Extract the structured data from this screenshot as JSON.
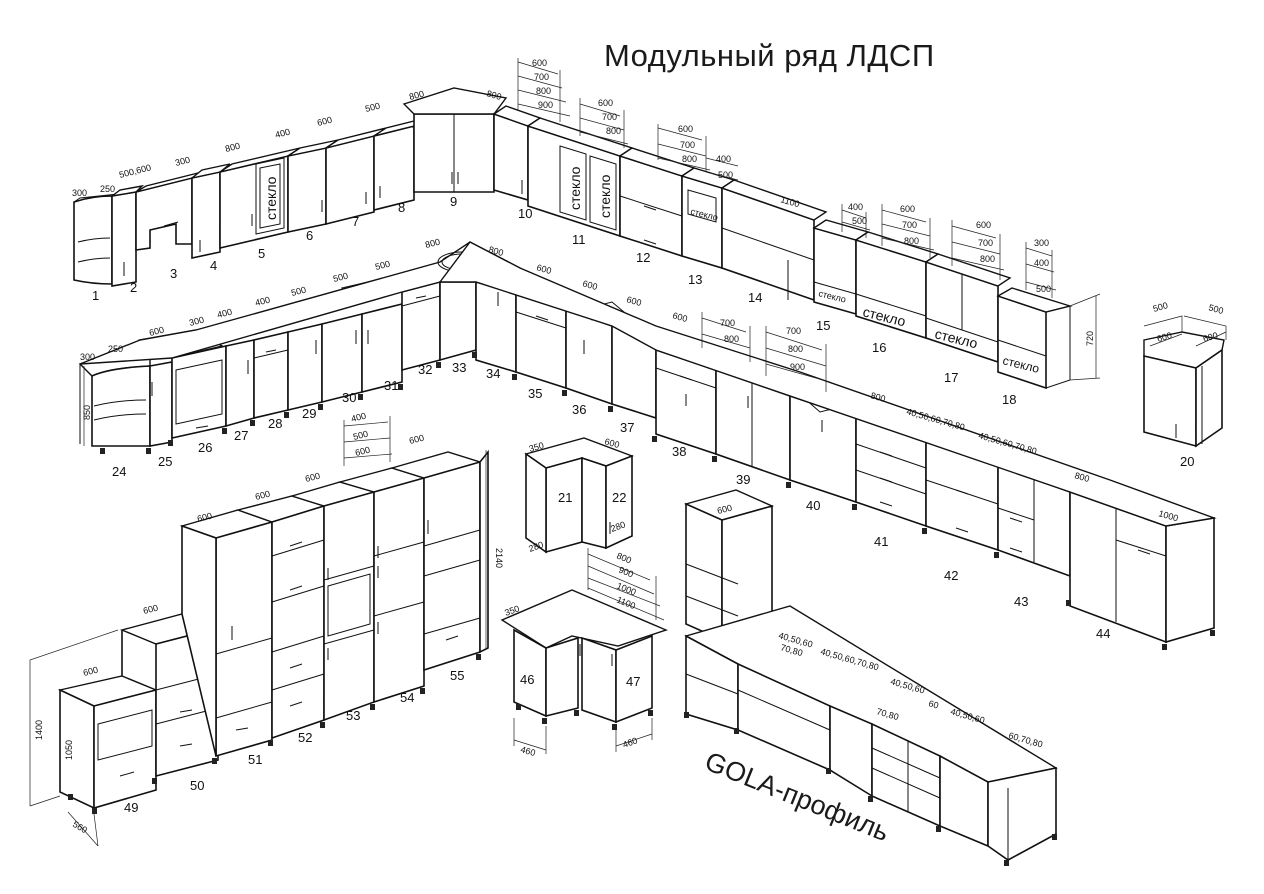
{
  "title": "Модульный ряд ЛДСП",
  "gola_label": "GOLA-профиль",
  "glass_label": "стекло",
  "module_numbers": [
    "1",
    "2",
    "3",
    "4",
    "5",
    "6",
    "7",
    "8",
    "9",
    "10",
    "11",
    "12",
    "13",
    "14",
    "15",
    "16",
    "17",
    "18",
    "20",
    "21",
    "22",
    "24",
    "25",
    "26",
    "27",
    "28",
    "29",
    "30",
    "31",
    "32",
    "33",
    "34",
    "35",
    "36",
    "37",
    "38",
    "39",
    "40",
    "41",
    "42",
    "43",
    "44",
    "46",
    "47",
    "49",
    "50",
    "51",
    "52",
    "53",
    "54",
    "55"
  ],
  "upper_row_dims": [
    "300",
    "250",
    "500,600",
    "300",
    "800",
    "400",
    "600",
    "500",
    "800",
    "800"
  ],
  "upper_stack_a": [
    "600",
    "700",
    "800",
    "900"
  ],
  "upper_stack_b": [
    "600",
    "700",
    "800"
  ],
  "upper_stack_c": [
    "600",
    "700",
    "800",
    "400",
    "500"
  ],
  "upper_row_dims_2": [
    "1100",
    "400",
    "500"
  ],
  "upper_stack_d": [
    "600",
    "700",
    "800"
  ],
  "upper_stack_e": [
    "600",
    "700",
    "800"
  ],
  "upper_stack_f": [
    "300",
    "400",
    "500"
  ],
  "upper_height": "720",
  "corner_module_dims": [
    "500",
    "500",
    "600",
    "600"
  ],
  "base_row_dims": [
    "300",
    "250",
    "600",
    "300",
    "400",
    "400",
    "500",
    "500",
    "500",
    "800",
    "800",
    "600",
    "600",
    "600",
    "600"
  ],
  "base_height": "850",
  "base_stack_a": [
    "700",
    "800"
  ],
  "base_stack_b": [
    "700",
    "800",
    "900"
  ],
  "base_row_dims_2": [
    "800",
    "40,50,60,70,80",
    "40,50,60,70,80",
    "800",
    "1000"
  ],
  "small_corner_dims": [
    "350",
    "600",
    "280",
    "280"
  ],
  "corner_base_dims": [
    "800",
    "900",
    "1000",
    "1100",
    "350",
    "460",
    "460"
  ],
  "tall_dims": [
    "600",
    "600",
    "600",
    "600",
    "600",
    "600",
    "400",
    "500",
    "600",
    "600",
    "2140",
    "1400",
    "1050",
    "560",
    "600",
    "600"
  ],
  "gola_dims": [
    "600",
    "40,50,60",
    "70,80",
    "40,50,60,70,80",
    "40,50,60",
    "60",
    "70,80",
    "40,50,60",
    "60,70,80"
  ]
}
